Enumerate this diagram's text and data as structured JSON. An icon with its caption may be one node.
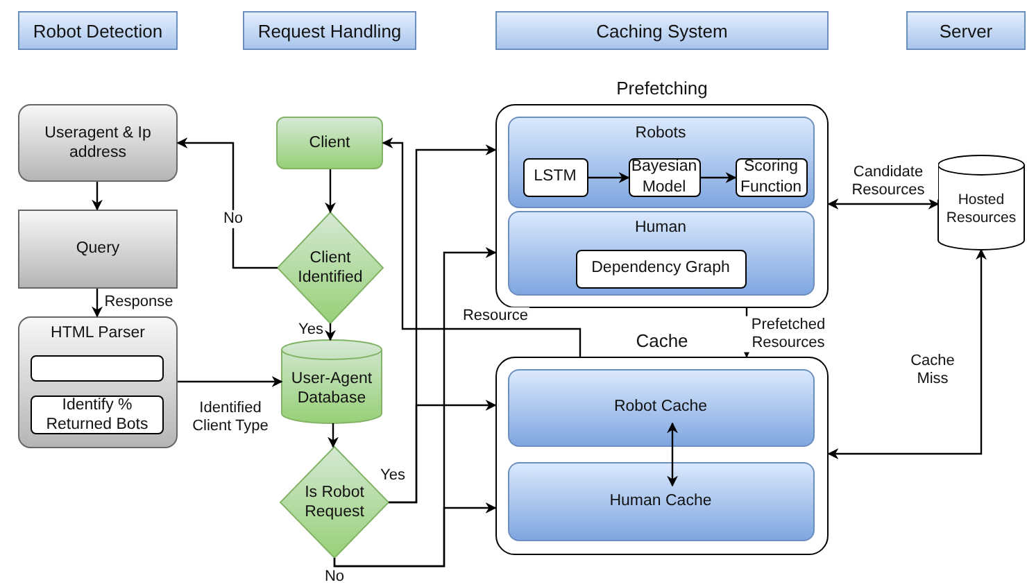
{
  "diagram": {
    "nodes": [
      {
        "text": [
          "Robot Detection"
        ]
      },
      {
        "text": [
          "Request Handling"
        ]
      },
      {
        "text": [
          "Caching System"
        ]
      },
      {
        "text": [
          "Server"
        ]
      },
      {
        "text": [
          "Useragent & Ip address"
        ]
      },
      {
        "text": [
          "Query"
        ]
      },
      {
        "text": [
          "HTML Parser"
        ]
      },
      {
        "text": [],
        "shape": "box",
        "in": 6
      },
      {
        "text": [
          "Identify % Returned Bots"
        ],
        "in": 6
      },
      {
        "text": [
          "Client"
        ]
      },
      {
        "text": [
          "Client Identified"
        ]
      },
      {
        "text": [
          "User-Agent Database"
        ]
      },
      {
        "text": [
          "Is Robot Request"
        ]
      },
      {
        "text": [
          "Prefetching"
        ]
      },
      {
        "text": [
          "Robots"
        ],
        "in": 13
      },
      {
        "text": [
          "LSTM"
        ],
        "in": 14
      },
      {
        "text": [
          "Bayesian Model"
        ],
        "in": 14
      },
      {
        "text": [
          "Scoring Function"
        ],
        "in": 14
      },
      {
        "text": [
          "Human"
        ],
        "in": 13
      },
      {
        "text": [
          "Dependency Graph"
        ],
        "in": 18
      },
      {
        "text": [
          "Cache"
        ]
      },
      {
        "text": [
          "Robot Cache"
        ],
        "in": 20
      },
      {
        "text": [
          "Human Cache"
        ],
        "in": 20
      },
      {
        "text": [
          "Hosted Resources"
        ]
      }
    ],
    "edges": [
      {
        "from": 9,
        "to": 10,
        "arrow": "to"
      },
      {
        "from": 10,
        "to": 4,
        "arrow": "to",
        "label": "No"
      },
      {
        "from": 10,
        "to": 11,
        "arrow": "to",
        "label": "Yes"
      },
      {
        "from": 4,
        "to": 5,
        "arrow": "to"
      },
      {
        "from": 5,
        "to": 6,
        "arrow": "to",
        "label": "Response"
      },
      {
        "from": 6,
        "to": 11,
        "arrow": "to",
        "label": "Identified Client Type"
      },
      {
        "from": 11,
        "to": 12,
        "arrow": "to"
      },
      {
        "from": 12,
        "to": 13,
        "arrow": "to",
        "label": "Yes"
      },
      {
        "from": 12,
        "to": 20,
        "arrow": "to"
      },
      {
        "from": 12,
        "to": 13,
        "arrow": "to",
        "label": "No"
      },
      {
        "from": 12,
        "to": 20,
        "arrow": "to"
      },
      {
        "from": 20,
        "to": 9,
        "arrow": "to",
        "label": "Resource"
      },
      {
        "from": 13,
        "to": 20,
        "arrow": "to",
        "label": "Prefetched Resources"
      },
      {
        "from": 13,
        "to": 23,
        "arrow": "both",
        "label": "Candidate Resources"
      },
      {
        "from": 20,
        "to": 23,
        "arrow": "both",
        "label": "Cache Miss"
      },
      {
        "from": 15,
        "to": 16,
        "arrow": "to"
      },
      {
        "from": 16,
        "to": 17,
        "arrow": "to"
      },
      {
        "from": 21,
        "to": 22,
        "arrow": "both"
      }
    ]
  }
}
